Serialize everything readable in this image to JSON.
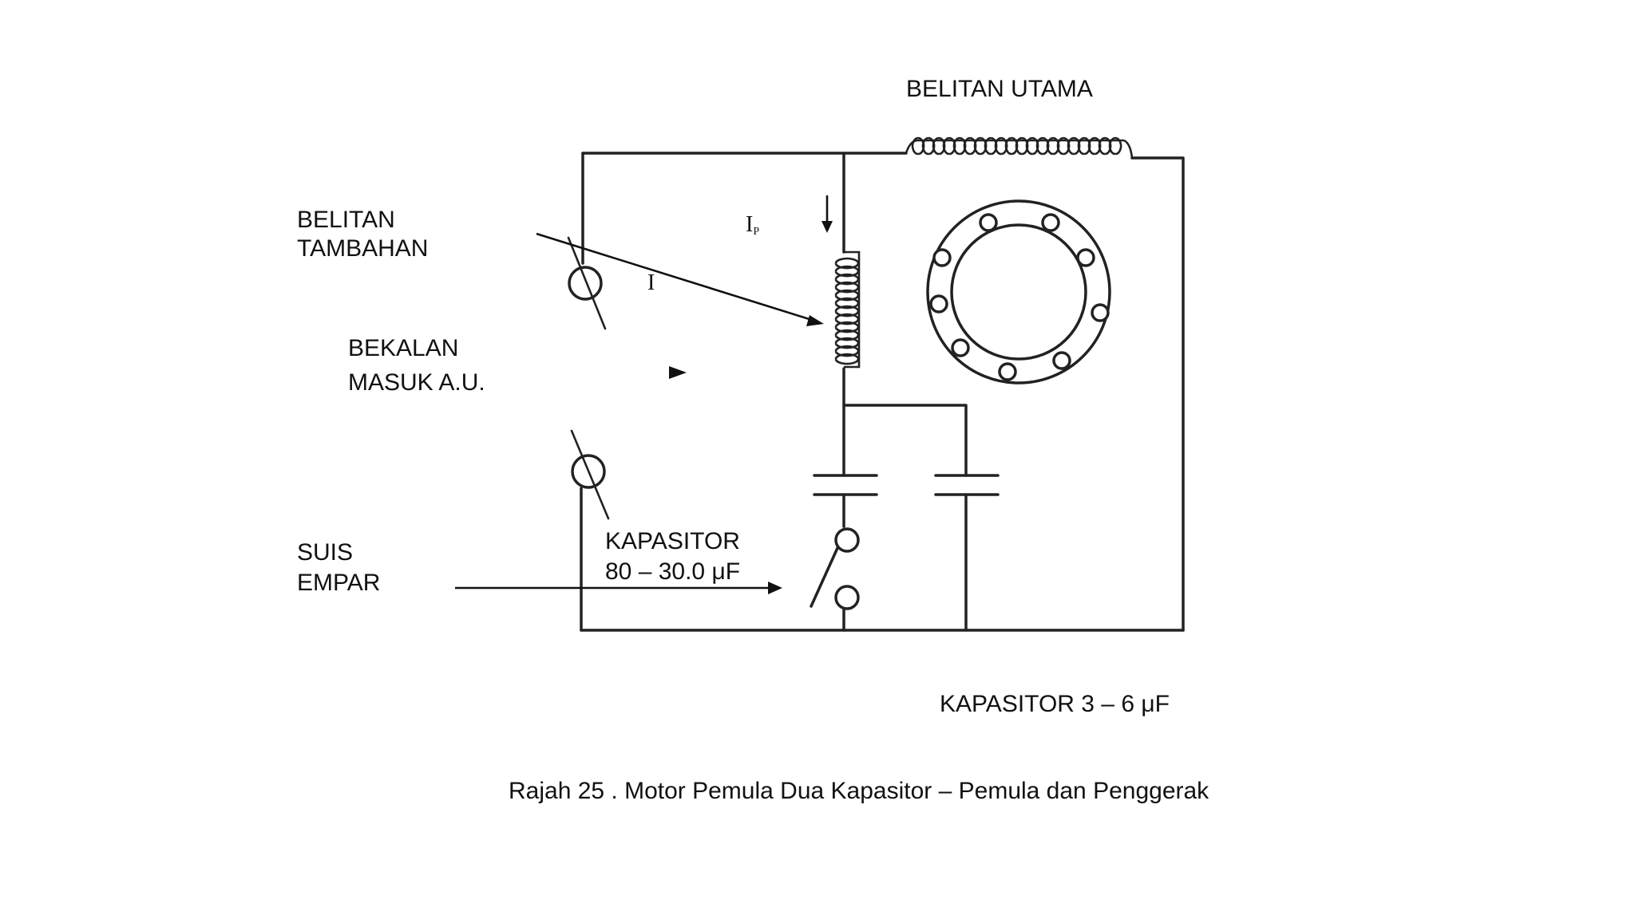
{
  "labels": {
    "main_winding": "BELITAN UTAMA",
    "aux_winding_line1": "BELITAN",
    "aux_winding_line2": "TAMBAHAN",
    "supply_line1": "BEKALAN",
    "supply_line2": "MASUK A.U.",
    "switch_line1": "SUIS",
    "switch_line2": "EMPAR",
    "start_cap_line1": "KAPASITOR",
    "start_cap_line2": "80 – 30.0 μF",
    "run_cap": "KAPASITOR 3 – 6 μF",
    "current_ip_letter": "I",
    "current_ip_sub": "P",
    "current_i": "I"
  },
  "caption": "Rajah 25 . Motor Pemula Dua Kapasitor – Pemula dan Penggerak",
  "colors": {
    "line": "#222222",
    "text": "#111111",
    "background": "#ffffff"
  }
}
